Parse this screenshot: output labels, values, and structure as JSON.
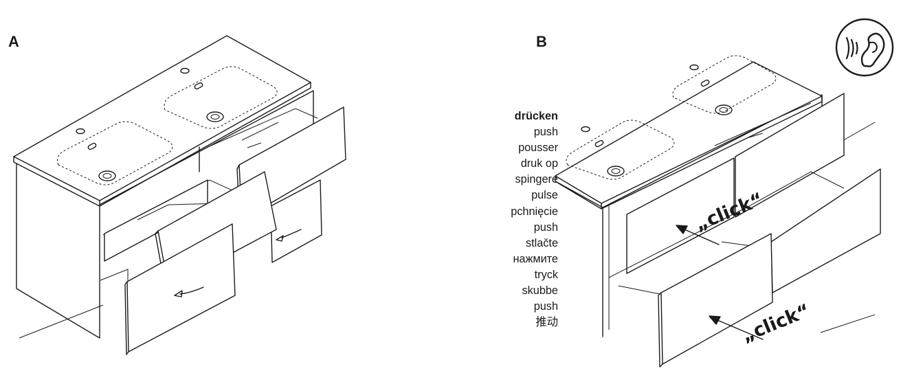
{
  "panels": {
    "a_label": "A",
    "b_label": "B"
  },
  "sound_indicator": {
    "icon": "ear-sound-icon"
  },
  "instruction_words": [
    "drücken",
    "push",
    "pousser",
    "druk op",
    "spingere",
    "pulse",
    "pchnięcie",
    "push",
    "stlačte",
    "нажмите",
    "tryck",
    "skubbe",
    "push",
    "推动"
  ],
  "click_labels": {
    "upper": "„click“",
    "lower": "„click“"
  }
}
